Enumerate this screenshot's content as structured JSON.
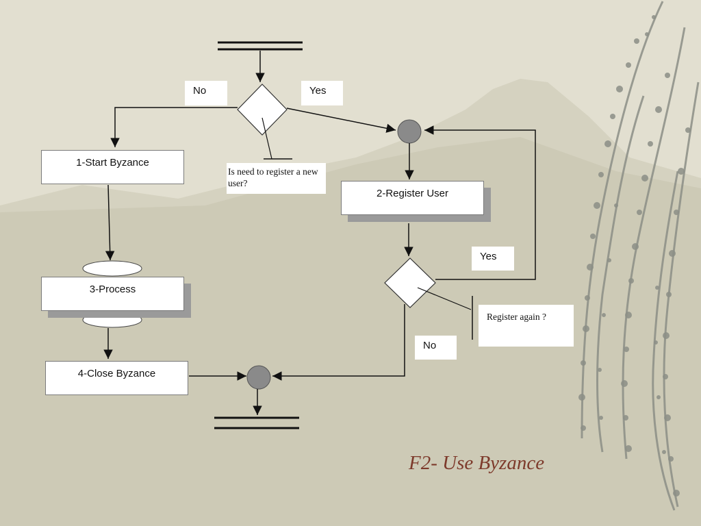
{
  "diagram": {
    "nodes": {
      "start_byzance": "1-Start Byzance",
      "register_user": "2-Register User",
      "process": "3-Process",
      "close_byzance": "4-Close Byzance"
    },
    "decisions": {
      "need_register": "Is need to register a new user?",
      "register_again": "Register again ?"
    },
    "guards": {
      "no_top": "No",
      "yes_top": "Yes",
      "yes_loop": "Yes",
      "no_bottom": "No"
    }
  },
  "caption": "F2- Use Byzance",
  "colors": {
    "caption": "#7d3a2b",
    "merge_node": "#8a8a8a",
    "line": "#1a1a1a",
    "node_shadow": "#9a9a9a"
  }
}
